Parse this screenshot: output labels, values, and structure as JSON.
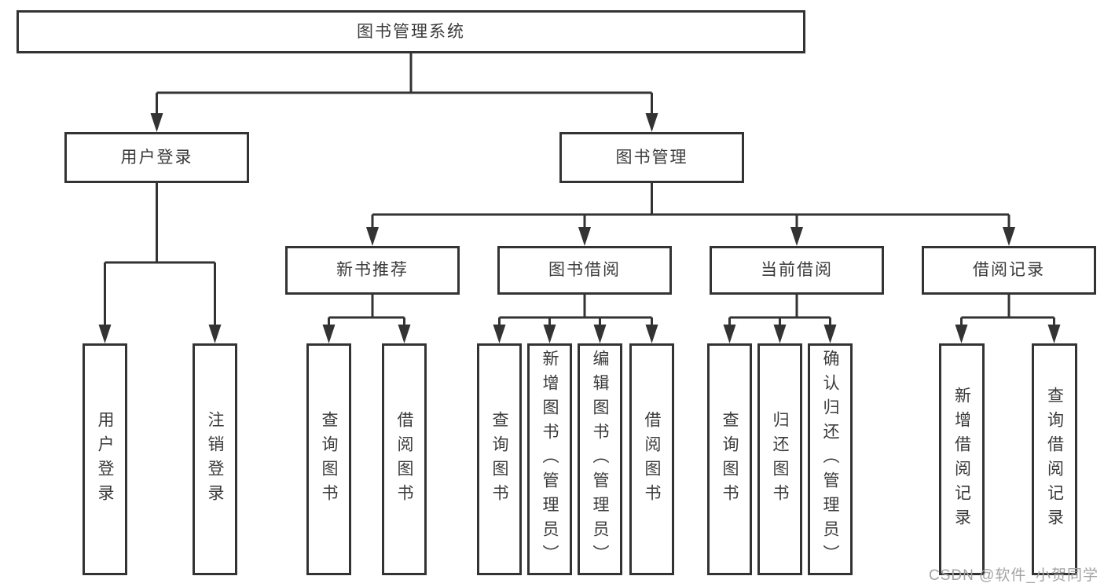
{
  "diagram": {
    "root": {
      "label": "图书管理系统"
    },
    "branches": [
      {
        "label": "用户登录",
        "children": [
          {
            "label": "用户登录"
          },
          {
            "label": "注销登录"
          }
        ]
      },
      {
        "label": "图书管理",
        "children": [
          {
            "label": "新书推荐",
            "children": [
              {
                "label": "查询图书"
              },
              {
                "label": "借阅图书"
              }
            ]
          },
          {
            "label": "图书借阅",
            "children": [
              {
                "label": "查询图书"
              },
              {
                "label": "新增图书（管理员）"
              },
              {
                "label": "编辑图书（管理员）"
              },
              {
                "label": "借阅图书"
              }
            ]
          },
          {
            "label": "当前借阅",
            "children": [
              {
                "label": "查询图书"
              },
              {
                "label": "归还图书"
              },
              {
                "label": "确认归还（管理员）"
              }
            ]
          },
          {
            "label": "借阅记录",
            "children": [
              {
                "label": "新增借阅记录"
              },
              {
                "label": "查询借阅记录"
              }
            ]
          }
        ]
      }
    ]
  },
  "watermark": {
    "text": "CSDN @软件_小贺同学"
  },
  "colors": {
    "line": "#333333",
    "box_border": "#333333",
    "text": "#3a3a3a",
    "watermark": "#a3a3a3",
    "background": "#ffffff"
  }
}
